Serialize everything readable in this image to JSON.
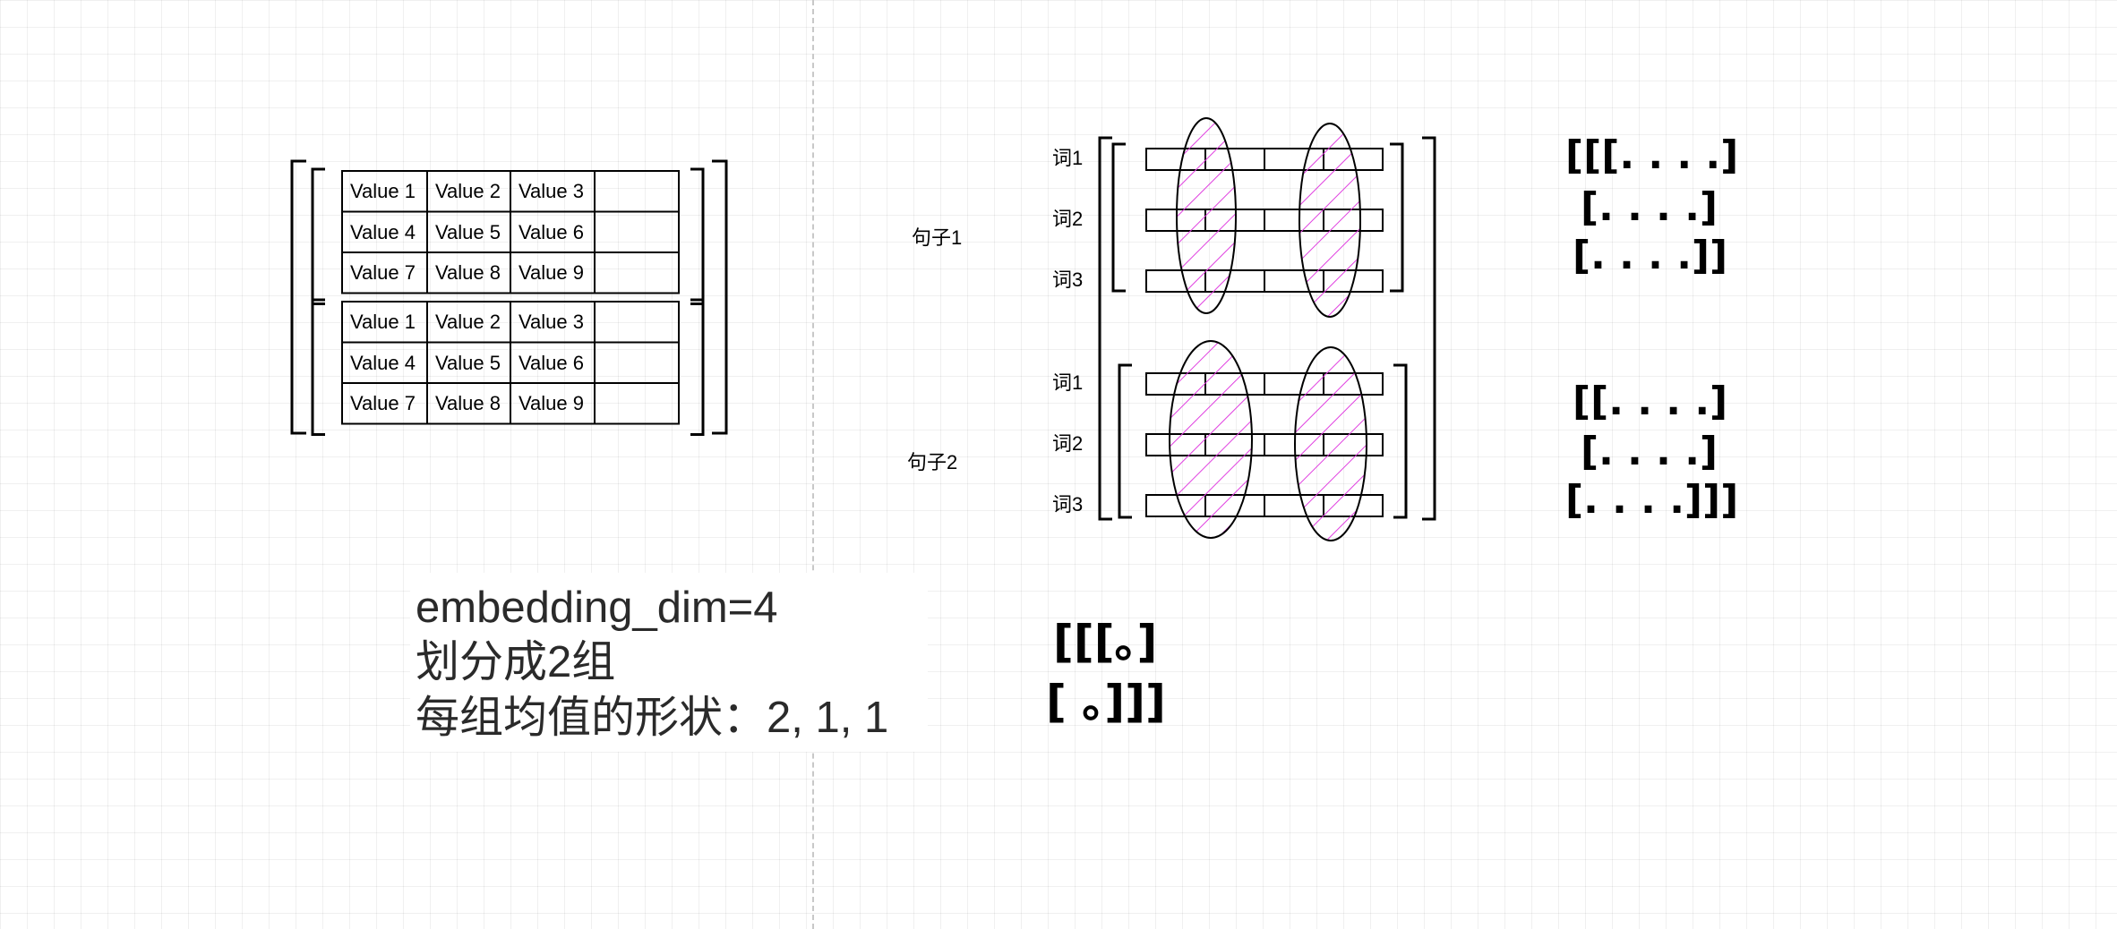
{
  "left_diagram": {
    "tables": [
      {
        "rows": [
          [
            "Value 1",
            "Value 2",
            "Value 3",
            ""
          ],
          [
            "Value 4",
            "Value 5",
            "Value 6",
            ""
          ],
          [
            "Value 7",
            "Value 8",
            "Value 9",
            ""
          ]
        ]
      },
      {
        "rows": [
          [
            "Value 1",
            "Value 2",
            "Value 3",
            ""
          ],
          [
            "Value 4",
            "Value 5",
            "Value 6",
            ""
          ],
          [
            "Value 7",
            "Value 8",
            "Value 9",
            ""
          ]
        ]
      }
    ]
  },
  "right_diagram": {
    "sentences": [
      {
        "label": "句子1",
        "words": [
          "词1",
          "词2",
          "词3"
        ]
      },
      {
        "label": "句子2",
        "words": [
          "词1",
          "词2",
          "词3"
        ]
      }
    ],
    "cells_per_row": 4,
    "hatch_color": "#e040e0"
  },
  "bracket_notation": {
    "sentence1": [
      "[[[. . . .]",
      "[. . . .]",
      "[. . . .]]"
    ],
    "sentence2": [
      "[[. . . .]",
      "[. . . .]",
      "[. . . .]]]"
    ]
  },
  "group_mean_notation": [
    "[[[。]",
    "[ 。]]]"
  ],
  "note": {
    "lines": [
      "embedding_dim=4",
      "划分成2组",
      "每组均值的形状：2, 1, 1"
    ]
  }
}
